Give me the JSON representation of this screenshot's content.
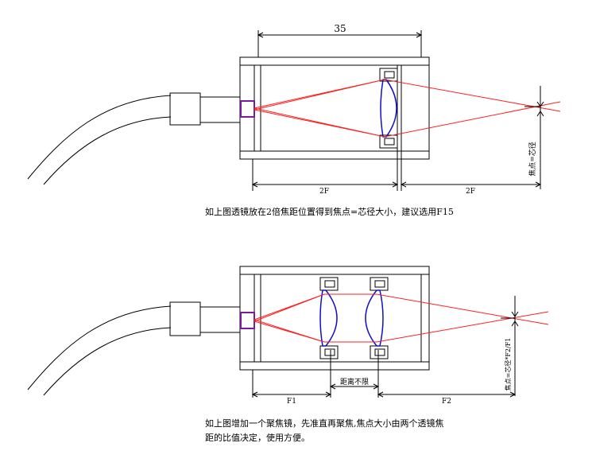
{
  "diagram1": {
    "dim_top": "35",
    "dim_left": "2F",
    "dim_right": "2F",
    "focus_label": "焦点=芯径",
    "caption": "如上图透镜放在2倍焦距位置得到焦点=芯径大小，建议选用F15"
  },
  "diagram2": {
    "dim_gap": "距离不限",
    "dim_left": "F1",
    "dim_right": "F2",
    "focus_label": "焦点=芯径*F2/F1",
    "caption_line1": "如上图增加一个聚焦镜，先准直再聚焦,焦点大小由两个透镜焦",
    "caption_line2": "距的比值决定，使用方便。"
  },
  "colors": {
    "ray": "#ff2020",
    "lens": "#1010c8",
    "fiber": "#7a1aa0",
    "line": "#000000"
  }
}
